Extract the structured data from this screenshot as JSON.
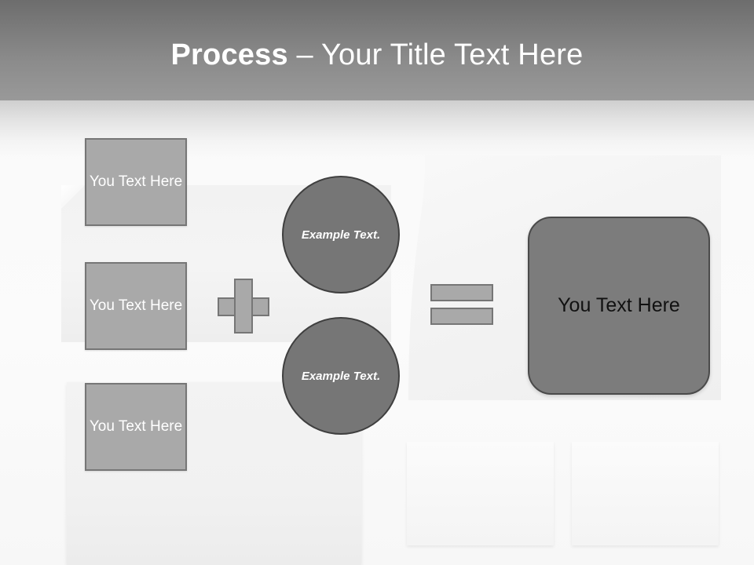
{
  "slide": {
    "title_bold": "Process",
    "title_rest": " – Your Title Text Here",
    "title_full": "Process – Your Title Text Here"
  },
  "theme": {
    "header_top": "#6d6d6d",
    "header_bottom": "#999999",
    "box_fill": "#a9a9a9",
    "box_border": "#767676",
    "circle_fill": "#767676",
    "circle_border": "#3f3f3f",
    "result_fill": "#7c7c7c",
    "result_border": "#4a4a4a",
    "paper": "#f1f1f1",
    "text_on_box": "#ffffff",
    "text_on_result": "#111111"
  },
  "diagram": {
    "inputs": [
      {
        "label": "You Text Here"
      },
      {
        "label": "You Text Here"
      },
      {
        "label": "You Text Here"
      }
    ],
    "operator_plus": "+",
    "operator_equals": "=",
    "circles": [
      {
        "label": "Example Text."
      },
      {
        "label": "Example Text."
      }
    ],
    "result": {
      "label": "You Text Here"
    }
  }
}
